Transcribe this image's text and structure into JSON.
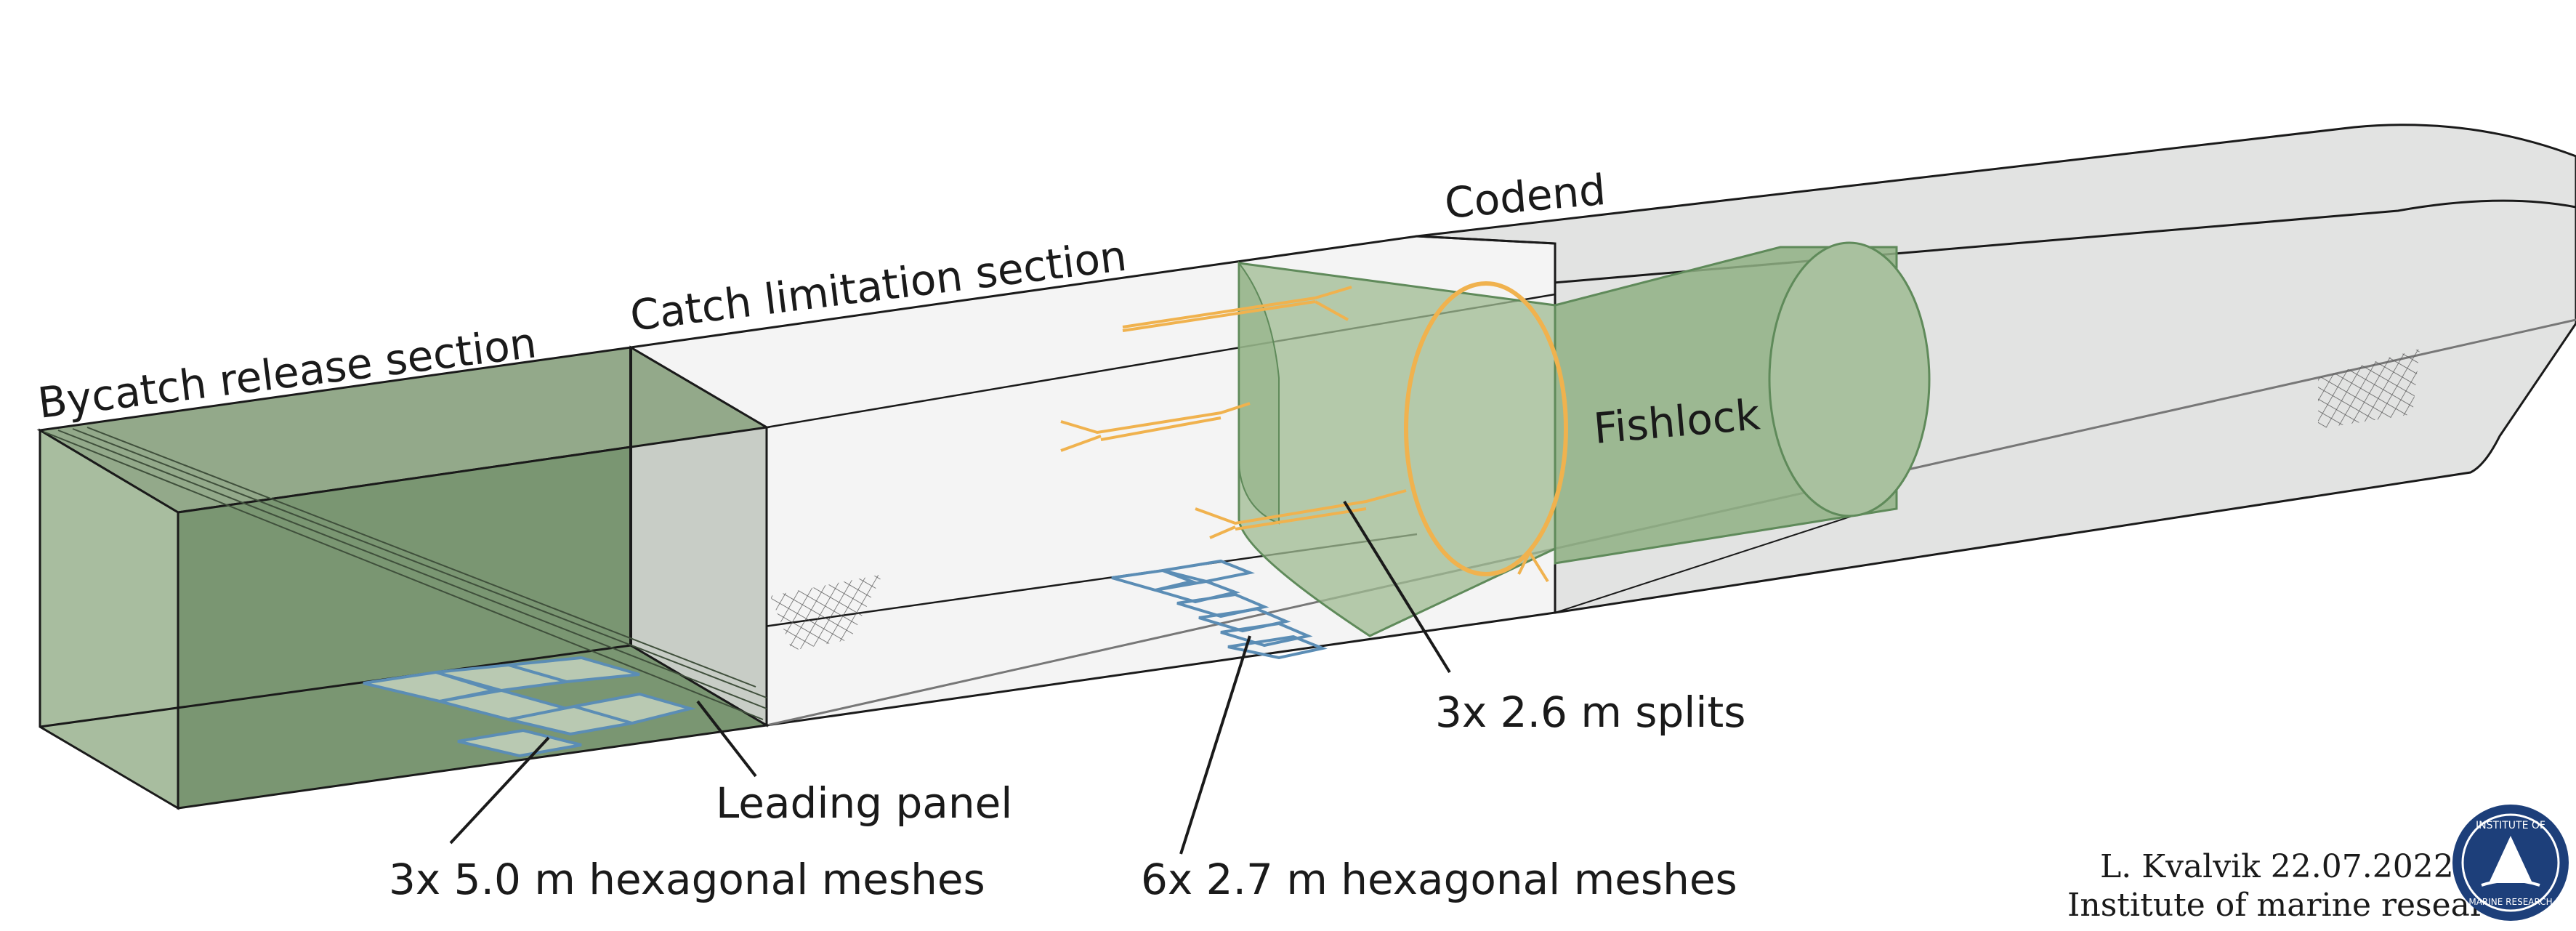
{
  "sections": {
    "bycatch": "Bycatch release section",
    "catch_limitation": "Catch limitation section",
    "codend": "Codend"
  },
  "components": {
    "fishlock": "Fishlock",
    "splits": "3x 2.6 m splits",
    "leading_panel": "Leading panel",
    "meshes_large": "3x 5.0 m hexagonal meshes",
    "meshes_small": "6x 2.7 m hexagonal meshes"
  },
  "credit": {
    "author_date": "L. Kvalvik 22.07.2022",
    "institute": "Institute of marine research"
  },
  "logo": {
    "text_top": "INSTITUTE OF",
    "text_bottom": "MARINE RESEARCH"
  },
  "colors": {
    "green_dark": "#7a9672",
    "green_light": "#a8bd9f",
    "green_fishlock": "#9fbb92",
    "hull_gray": "#e2e3e2",
    "outline": "#1a1a1a",
    "mesh_blue": "#5b8db5",
    "split_orange": "#f0b24e",
    "logo_blue": "#1d3f7a"
  }
}
